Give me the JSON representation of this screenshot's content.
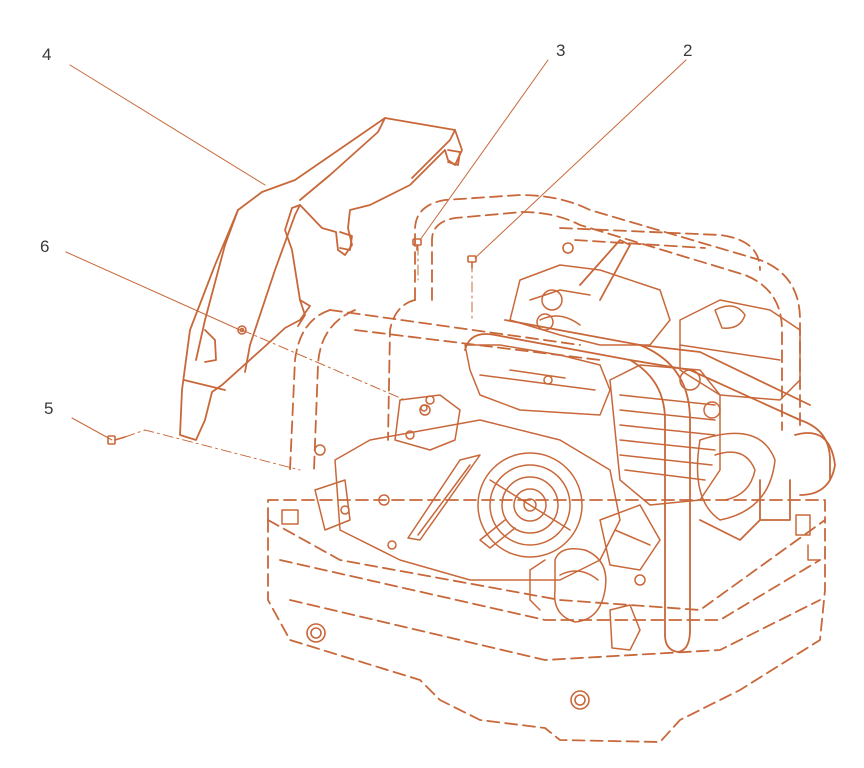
{
  "diagram": {
    "line_color": "#c8683a",
    "leader_color": "#c8683a",
    "callouts": [
      {
        "id": "4",
        "label": "4"
      },
      {
        "id": "3",
        "label": "3"
      },
      {
        "id": "2",
        "label": "2"
      },
      {
        "id": "6",
        "label": "6"
      },
      {
        "id": "5",
        "label": "5"
      }
    ]
  }
}
